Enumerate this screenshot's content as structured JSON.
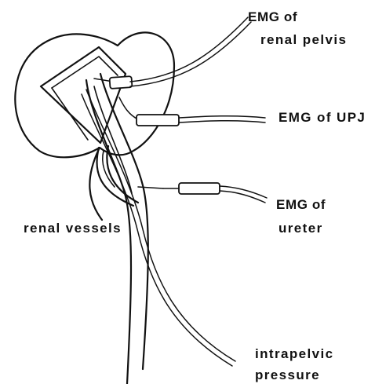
{
  "labels": {
    "emg_pelvis_line1": "EMG of",
    "emg_pelvis_line2": "renal pelvis",
    "emg_upj": "EMG of UPJ",
    "emg_ureter_line1": "EMG of",
    "emg_ureter_line2": "ureter",
    "renal_vessels": "renal vessels",
    "pressure_line1": "intrapelvic",
    "pressure_line2": "pressure"
  },
  "colors": {
    "ink": "#111111",
    "background": "#ffffff"
  }
}
